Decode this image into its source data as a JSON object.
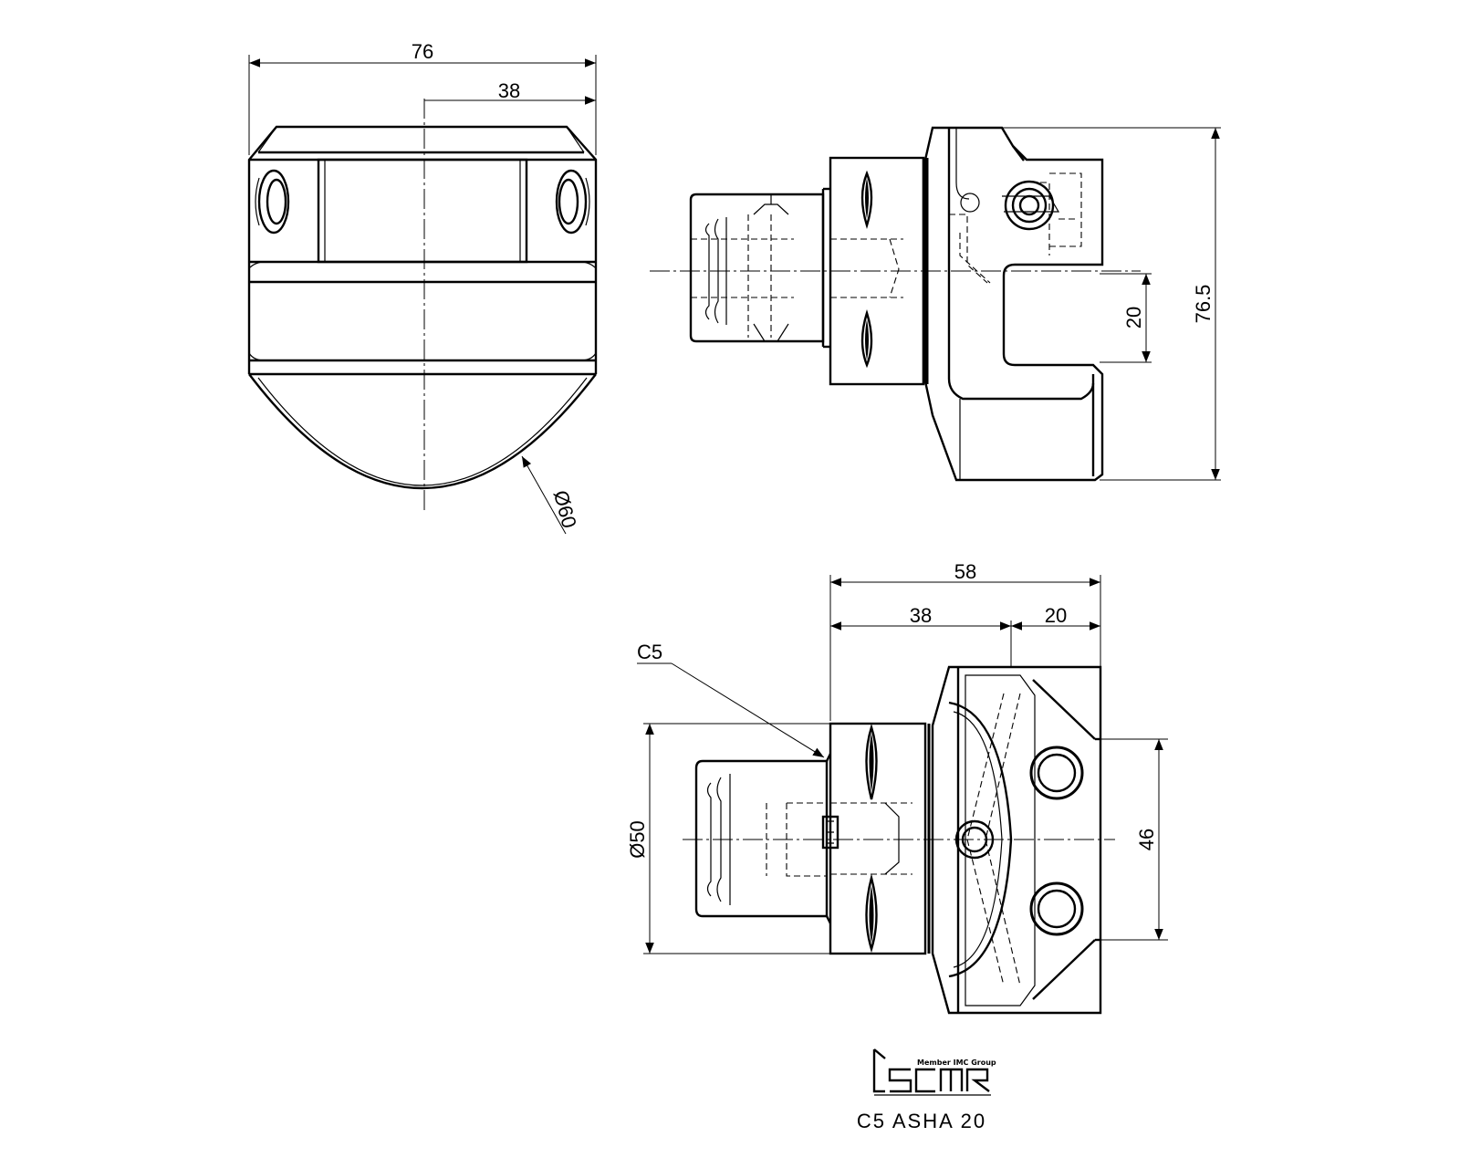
{
  "drawing": {
    "left_view": {
      "width_dim": "76",
      "half_width_dim": "38",
      "diameter_dim": "Ø60"
    },
    "right_view": {
      "height_dim": "76.5",
      "slot_dim": "20"
    },
    "bottom_view": {
      "overall_dim": "58",
      "body_dim": "38",
      "head_dim": "20",
      "chamfer_label": "C5",
      "flange_dim": "Ø50",
      "pitch_dim": "46"
    }
  },
  "logo": {
    "tagline": "Member IMC Group",
    "brand": "iscar"
  },
  "caption": "C5 ASHA 20"
}
